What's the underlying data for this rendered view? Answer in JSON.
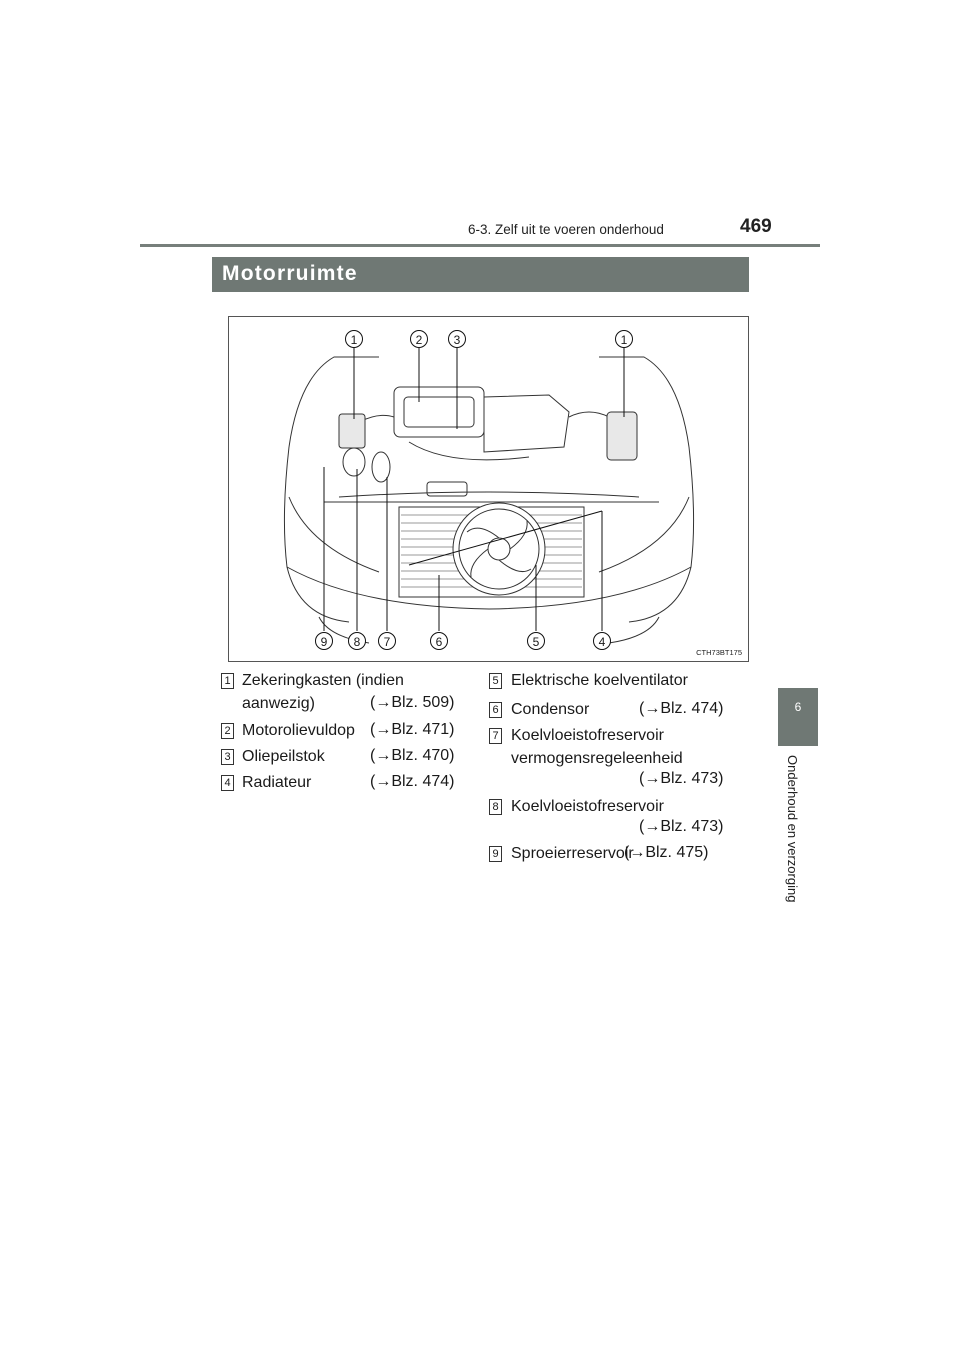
{
  "header": {
    "section": "6-3. Zelf uit te voeren onderhoud",
    "page_number": "469"
  },
  "side_tab": {
    "chapter_number": "6",
    "chapter_label": "Onderhoud en verzorging"
  },
  "title": "Motorruimte",
  "figure": {
    "code": "CTH73BT175",
    "callouts_top": [
      "1",
      "2",
      "3",
      "1"
    ],
    "callouts_bottom": [
      "9",
      "8",
      "7",
      "6",
      "5",
      "4"
    ]
  },
  "items": [
    {
      "num": "1",
      "line1": "Zekeringkasten (indien",
      "line2": "aanwezig)",
      "ref": "(→Blz. 509)"
    },
    {
      "num": "2",
      "line1": "Motorolievuldop",
      "ref": "(→Blz. 471)"
    },
    {
      "num": "3",
      "line1": "Oliepeilstok",
      "ref": "(→Blz. 470)"
    },
    {
      "num": "4",
      "line1": "Radiateur",
      "ref": "(→Blz. 474)"
    },
    {
      "num": "5",
      "line1": "Elektrische koelventilator"
    },
    {
      "num": "6",
      "line1": "Condensor",
      "ref": "(→Blz. 474)"
    },
    {
      "num": "7",
      "line1": "Koelvloeistofreservoir",
      "line2": "vermogensregeleenheid",
      "ref": "(→Blz. 473)"
    },
    {
      "num": "8",
      "line1": "Koelvloeistofreservoir",
      "ref": "(→Blz. 473)"
    },
    {
      "num": "9",
      "line1": "Sproeierreservoir",
      "ref": "(→Blz. 475)"
    }
  ]
}
